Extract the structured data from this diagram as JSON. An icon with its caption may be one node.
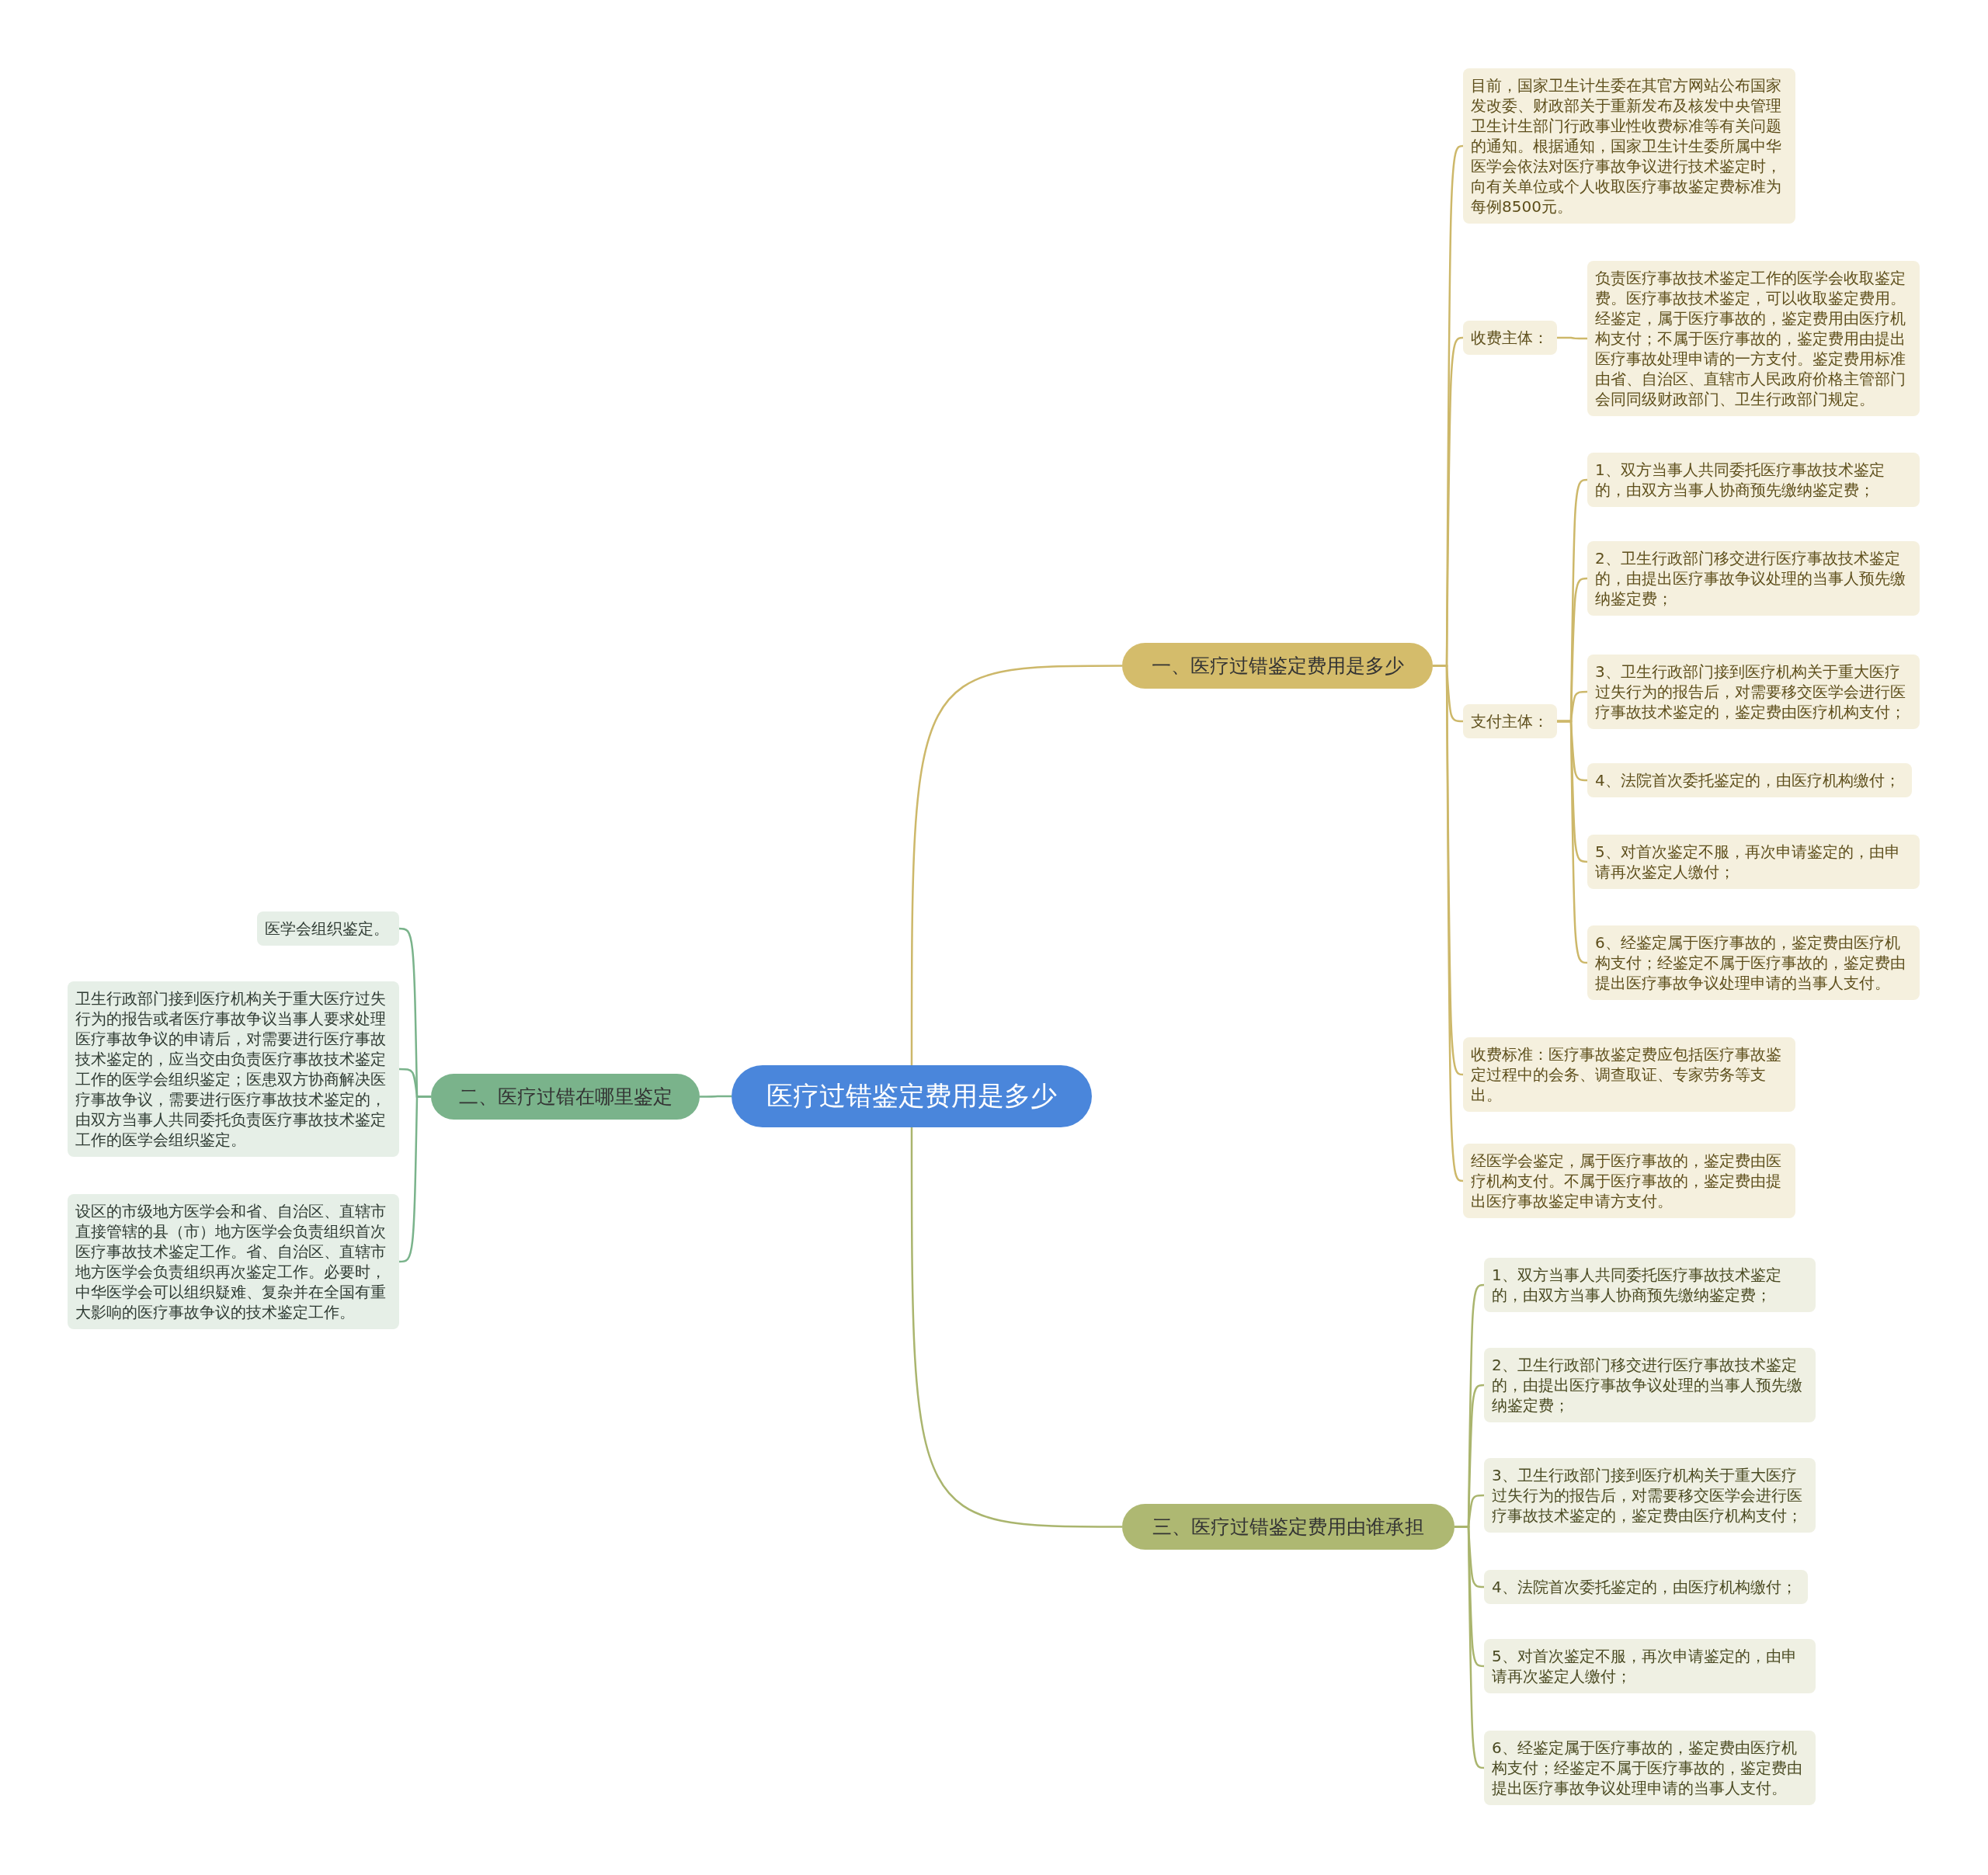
{
  "diagram": {
    "nodes": [
      {
        "text": [
          "医疗过错鉴定费用是多少"
        ]
      },
      {
        "text": [
          "一、医疗过错鉴定费用是多少"
        ]
      },
      {
        "text": [
          "目前，国家卫生计生委在其官方网站公布国家发改委、财政部关于重新发布及核发中央管理卫生计生部门行政事业性收费标准等有关问题的通知。根据通知，国家卫生计生委所属中华医学会依法对医疗事故争议进行技术鉴定时，向有关单位或个人收取医疗事故鉴定费标准为每例8500元。"
        ]
      },
      {
        "text": [
          "收费主体："
        ]
      },
      {
        "text": [
          "负责医疗事故技术鉴定工作的医学会收取鉴定费。医疗事故技术鉴定，可以收取鉴定费用。经鉴定，属于医疗事故的，鉴定费用由医疗机构支付；不属于医疗事故的，鉴定费用由提出医疗事故处理申请的一方支付。鉴定费用标准由省、自治区、直辖市人民政府价格主管部门会同同级财政部门、卫生行政部门规定。"
        ]
      },
      {
        "text": [
          "支付主体："
        ]
      },
      {
        "text": [
          "1、双方当事人共同委托医疗事故技术鉴定的，由双方当事人协商预先缴纳鉴定费；"
        ]
      },
      {
        "text": [
          "2、卫生行政部门移交进行医疗事故技术鉴定的，由提出医疗事故争议处理的当事人预先缴纳鉴定费；"
        ]
      },
      {
        "text": [
          "3、卫生行政部门接到医疗机构关于重大医疗过失行为的报告后，对需要移交医学会进行医疗事故技术鉴定的，鉴定费由医疗机构支付；"
        ]
      },
      {
        "text": [
          "4、法院首次委托鉴定的，由医疗机构缴付；"
        ]
      },
      {
        "text": [
          "5、对首次鉴定不服，再次申请鉴定的，由申请再次鉴定人缴付；"
        ]
      },
      {
        "text": [
          "6、经鉴定属于医疗事故的，鉴定费由医疗机构支付；经鉴定不属于医疗事故的，鉴定费由提出医疗事故争议处理申请的当事人支付。"
        ]
      },
      {
        "text": [
          "收费标准：医疗事故鉴定费应包括医疗事故鉴定过程中的会务、调查取证、专家劳务等支出。"
        ]
      },
      {
        "text": [
          "经医学会鉴定，属于医疗事故的，鉴定费由医疗机构支付。不属于医疗事故的，鉴定费由提出医疗事故鉴定申请方支付。"
        ]
      },
      {
        "text": [
          "二、医疗过错在哪里鉴定"
        ]
      },
      {
        "text": [
          "医学会组织鉴定。"
        ]
      },
      {
        "text": [
          "卫生行政部门接到医疗机构关于重大医疗过失行为的报告或者医疗事故争议当事人要求处理医疗事故争议的申请后，对需要进行医疗事故技术鉴定的，应当交由负责医疗事故技术鉴定工作的医学会组织鉴定；医患双方协商解决医疗事故争议，需要进行医疗事故技术鉴定的，由双方当事人共同委托负责医疗事故技术鉴定工作的医学会组织鉴定。"
        ]
      },
      {
        "text": [
          "设区的市级地方医学会和省、自治区、直辖市直接管辖的县（市）地方医学会负责组织首次医疗事故技术鉴定工作。省、自治区、直辖市地方医学会负责组织再次鉴定工作。必要时，中华医学会可以组织疑难、复杂并在全国有重大影响的医疗事故争议的技术鉴定工作。"
        ]
      },
      {
        "text": [
          "三、医疗过错鉴定费用由谁承担"
        ]
      },
      {
        "text": [
          "1、双方当事人共同委托医疗事故技术鉴定的，由双方当事人协商预先缴纳鉴定费；"
        ]
      },
      {
        "text": [
          "2、卫生行政部门移交进行医疗事故技术鉴定的，由提出医疗事故争议处理的当事人预先缴纳鉴定费；"
        ]
      },
      {
        "text": [
          "3、卫生行政部门接到医疗机构关于重大医疗过失行为的报告后，对需要移交医学会进行医疗事故技术鉴定的，鉴定费由医疗机构支付；"
        ]
      },
      {
        "text": [
          "4、法院首次委托鉴定的，由医疗机构缴付；"
        ]
      },
      {
        "text": [
          "5、对首次鉴定不服，再次申请鉴定的，由申请再次鉴定人缴付；"
        ]
      },
      {
        "text": [
          "6、经鉴定属于医疗事故的，鉴定费由医疗机构支付；经鉴定不属于医疗事故的，鉴定费由提出医疗事故争议处理申请的当事人支付。"
        ]
      }
    ],
    "edges": [
      {
        "from": 0,
        "to": 1,
        "arrow": "none"
      },
      {
        "from": 1,
        "to": 2,
        "arrow": "none"
      },
      {
        "from": 1,
        "to": 3,
        "arrow": "none"
      },
      {
        "from": 3,
        "to": 4,
        "arrow": "none"
      },
      {
        "from": 1,
        "to": 5,
        "arrow": "none"
      },
      {
        "from": 5,
        "to": 6,
        "arrow": "none"
      },
      {
        "from": 5,
        "to": 7,
        "arrow": "none"
      },
      {
        "from": 5,
        "to": 8,
        "arrow": "none"
      },
      {
        "from": 5,
        "to": 9,
        "arrow": "none"
      },
      {
        "from": 5,
        "to": 10,
        "arrow": "none"
      },
      {
        "from": 5,
        "to": 11,
        "arrow": "none"
      },
      {
        "from": 1,
        "to": 12,
        "arrow": "none"
      },
      {
        "from": 1,
        "to": 13,
        "arrow": "none"
      },
      {
        "from": 0,
        "to": 14,
        "arrow": "none",
        "color": "#7ab38b"
      },
      {
        "from": 14,
        "to": 15,
        "arrow": "none",
        "color": "#7ab38b"
      },
      {
        "from": 14,
        "to": 16,
        "arrow": "none",
        "color": "#7ab38b"
      },
      {
        "from": 14,
        "to": 17,
        "arrow": "none",
        "color": "#7ab38b"
      },
      {
        "from": 0,
        "to": 18,
        "arrow": "none",
        "color": "#aab56e"
      },
      {
        "from": 18,
        "to": 19,
        "arrow": "none",
        "color": "#aab56e"
      },
      {
        "from": 18,
        "to": 20,
        "arrow": "none",
        "color": "#aab56e"
      },
      {
        "from": 18,
        "to": 21,
        "arrow": "none",
        "color": "#aab56e"
      },
      {
        "from": 18,
        "to": 22,
        "arrow": "none",
        "color": "#aab56e"
      },
      {
        "from": 18,
        "to": 23,
        "arrow": "none",
        "color": "#aab56e"
      },
      {
        "from": 18,
        "to": 24,
        "arrow": "none",
        "color": "#aab56e"
      }
    ]
  }
}
